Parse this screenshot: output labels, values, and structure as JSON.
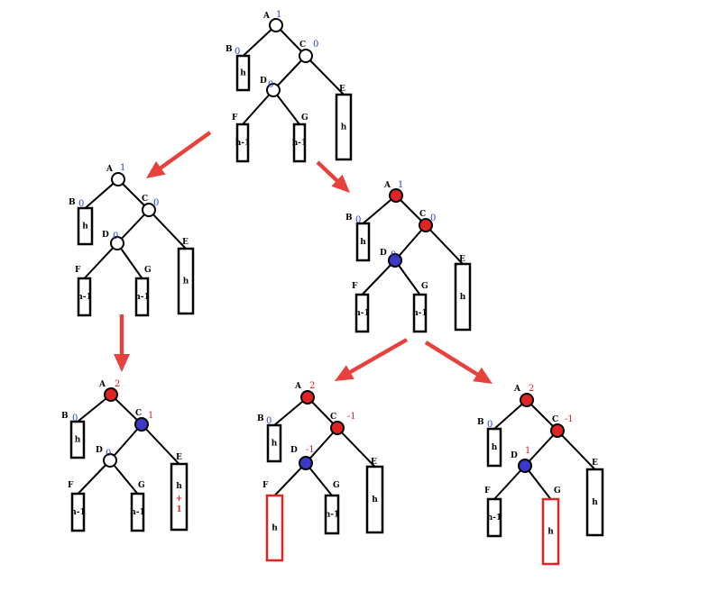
{
  "colors": {
    "open": "#ffffff",
    "red": "#e02424",
    "blue": "#3a3ac8",
    "bf_blue": "#2b3bd6",
    "bf_red": "#e02424",
    "outline": "#000000",
    "highlight": "#e02424"
  },
  "trees": [
    {
      "id": "tree-1",
      "nodes": {
        "A": {
          "label": "A",
          "bf": "1",
          "bf_color": "bf_blue",
          "fill": "open"
        },
        "B": {
          "label": "B",
          "bf": "0",
          "bf_color": "bf_blue"
        },
        "C": {
          "label": "C",
          "bf": "0",
          "bf_color": "bf_blue",
          "fill": "open"
        },
        "D": {
          "label": "D",
          "bf": "0",
          "bf_color": "bf_blue",
          "fill": "open"
        },
        "E": {
          "label": "E"
        },
        "F": {
          "label": "F"
        },
        "G": {
          "label": "G"
        }
      },
      "boxes": {
        "B": "h",
        "E": "h",
        "F": "h-1",
        "G": "h-1"
      }
    },
    {
      "id": "tree-2",
      "nodes": {
        "A": {
          "label": "A",
          "bf": "1",
          "bf_color": "bf_blue",
          "fill": "open"
        },
        "B": {
          "label": "B",
          "bf": "0",
          "bf_color": "bf_blue"
        },
        "C": {
          "label": "C",
          "bf": "0",
          "bf_color": "bf_blue",
          "fill": "open"
        },
        "D": {
          "label": "D",
          "bf": "0",
          "bf_color": "bf_blue",
          "fill": "open"
        },
        "E": {
          "label": "E"
        },
        "F": {
          "label": "F"
        },
        "G": {
          "label": "G"
        }
      },
      "boxes": {
        "B": "h",
        "E": "h",
        "F": "h-1",
        "G": "h-1"
      }
    },
    {
      "id": "tree-3",
      "nodes": {
        "A": {
          "label": "A",
          "bf": "1",
          "bf_color": "bf_blue",
          "fill": "red"
        },
        "B": {
          "label": "B",
          "bf": "0",
          "bf_color": "bf_blue"
        },
        "C": {
          "label": "C",
          "bf": "0",
          "bf_color": "bf_blue",
          "fill": "red"
        },
        "D": {
          "label": "D",
          "bf": "0",
          "bf_color": "bf_blue",
          "fill": "blue"
        },
        "E": {
          "label": "E"
        },
        "F": {
          "label": "F"
        },
        "G": {
          "label": "G"
        }
      },
      "boxes": {
        "B": "h",
        "E": "h",
        "F": "h-1",
        "G": "h-1"
      }
    },
    {
      "id": "tree-4",
      "nodes": {
        "A": {
          "label": "A",
          "bf": "2",
          "bf_color": "bf_red",
          "fill": "red"
        },
        "B": {
          "label": "B",
          "bf": "0",
          "bf_color": "bf_blue"
        },
        "C": {
          "label": "C",
          "bf": "1",
          "bf_color": "bf_red",
          "fill": "blue"
        },
        "D": {
          "label": "D",
          "bf": "0",
          "bf_color": "bf_blue",
          "fill": "open"
        },
        "E": {
          "label": "E"
        },
        "F": {
          "label": "F"
        },
        "G": {
          "label": "G"
        }
      },
      "boxes": {
        "B": "h",
        "E": "h\n+\n1",
        "F": "h-1",
        "G": "h-1"
      }
    },
    {
      "id": "tree-5",
      "nodes": {
        "A": {
          "label": "A",
          "bf": "2",
          "bf_color": "bf_red",
          "fill": "red"
        },
        "B": {
          "label": "B",
          "bf": "0",
          "bf_color": "bf_blue"
        },
        "C": {
          "label": "C",
          "bf": "-1",
          "bf_color": "bf_red",
          "fill": "red"
        },
        "D": {
          "label": "D",
          "bf": "-1",
          "bf_color": "bf_red",
          "fill": "blue"
        },
        "E": {
          "label": "E"
        },
        "F": {
          "label": "F"
        },
        "G": {
          "label": "G"
        }
      },
      "boxes": {
        "B": "h",
        "E": "h",
        "F": "h",
        "G": "h-1"
      },
      "highlight": "F"
    },
    {
      "id": "tree-6",
      "nodes": {
        "A": {
          "label": "A",
          "bf": "2",
          "bf_color": "bf_red",
          "fill": "red"
        },
        "B": {
          "label": "B",
          "bf": "0",
          "bf_color": "bf_blue"
        },
        "C": {
          "label": "C",
          "bf": "-1",
          "bf_color": "bf_red",
          "fill": "red"
        },
        "D": {
          "label": "D",
          "bf": "1",
          "bf_color": "bf_red",
          "fill": "blue"
        },
        "E": {
          "label": "E"
        },
        "F": {
          "label": "F"
        },
        "G": {
          "label": "G"
        }
      },
      "boxes": {
        "B": "h",
        "E": "h",
        "F": "h-1",
        "G": "h"
      },
      "highlight": "G"
    }
  ],
  "arrows": [
    {
      "id": "arrow-tree1-to-tree2",
      "color": "#e8403c"
    },
    {
      "id": "arrow-tree1-to-tree3",
      "color": "#e8403c"
    },
    {
      "id": "arrow-tree2-to-tree4",
      "color": "#e8403c"
    },
    {
      "id": "arrow-tree3-to-tree5",
      "color": "#e8403c"
    },
    {
      "id": "arrow-tree3-to-tree6",
      "color": "#e8403c"
    }
  ]
}
